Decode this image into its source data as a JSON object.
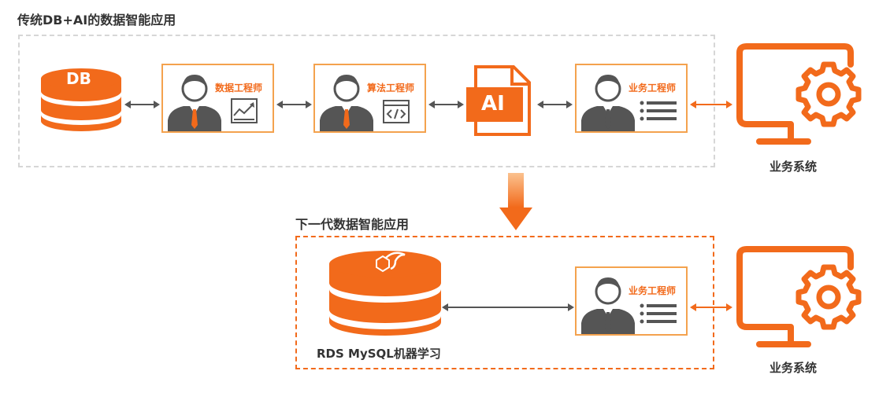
{
  "traditional": {
    "title": "传统DB+AI的数据智能应用",
    "db_label": "DB",
    "data_engineer": "数据工程师",
    "algo_engineer": "算法工程师",
    "ai_label": "AI",
    "biz_engineer": "业务工程师",
    "biz_system": "业务系统"
  },
  "next_gen": {
    "title": "下一代数据智能应用",
    "rds_label": "RDS MySQL机器学习",
    "biz_engineer": "业务工程师",
    "biz_system": "业务系统"
  },
  "icons": {
    "database": "database-icon",
    "person": "person-icon",
    "chart": "chart-icon",
    "code": "code-icon",
    "ai_file": "ai-file-icon",
    "list": "list-icon",
    "monitor_gear": "monitor-gear-icon",
    "down_arrow": "down-arrow-icon"
  },
  "colors": {
    "orange": "#f26a1b",
    "orange_light": "#f4a24e",
    "grey": "#555555",
    "dash_grey": "#d6d6d6"
  }
}
